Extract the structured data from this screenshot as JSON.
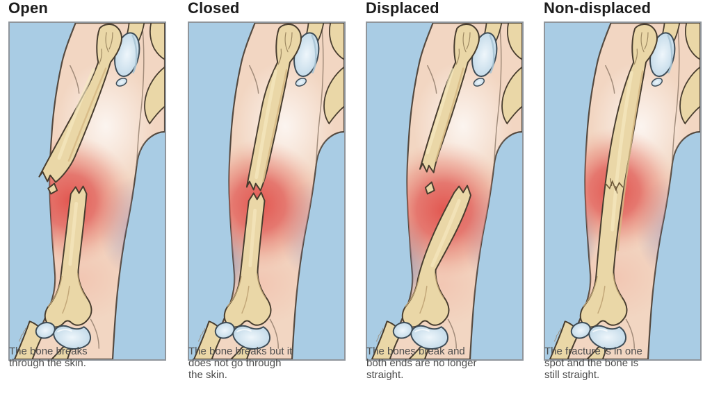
{
  "figure": {
    "subject": "Types of bone fractures (humerus illustrations)",
    "panels": [
      {
        "id": "open",
        "title": "Open",
        "caption": "The bone breaks\nthrough the skin."
      },
      {
        "id": "closed",
        "title": "Closed",
        "caption": "The bone breaks but it\ndoes not go through\nthe skin."
      },
      {
        "id": "displaced",
        "title": "Displaced",
        "caption": "The bones break and\nboth ends are no longer\nstraight."
      },
      {
        "id": "non-displaced",
        "title": "Non-displaced",
        "caption": "The fracture is in one\nspot and the bone is\nstill straight."
      }
    ],
    "colors": {
      "background_blue": "#a9cce4",
      "skin": "#f2d6c2",
      "skin_outline": "#54493f",
      "bone": "#ead7a7",
      "bone_outline": "#473c2e",
      "bone_shade": "#d7ba85",
      "bone_highlight": "#f6eac2",
      "cartilage": "#dcecf6",
      "cartilage_outline": "#3d4c57",
      "inflammation_red": "#e1514b",
      "bruise_blue": "#5c6aa0",
      "bruise_violet": "#8d7fae",
      "panel_border": "#8f959b",
      "title_color": "#1d1d1d",
      "caption_color": "#4c4c4c"
    }
  }
}
